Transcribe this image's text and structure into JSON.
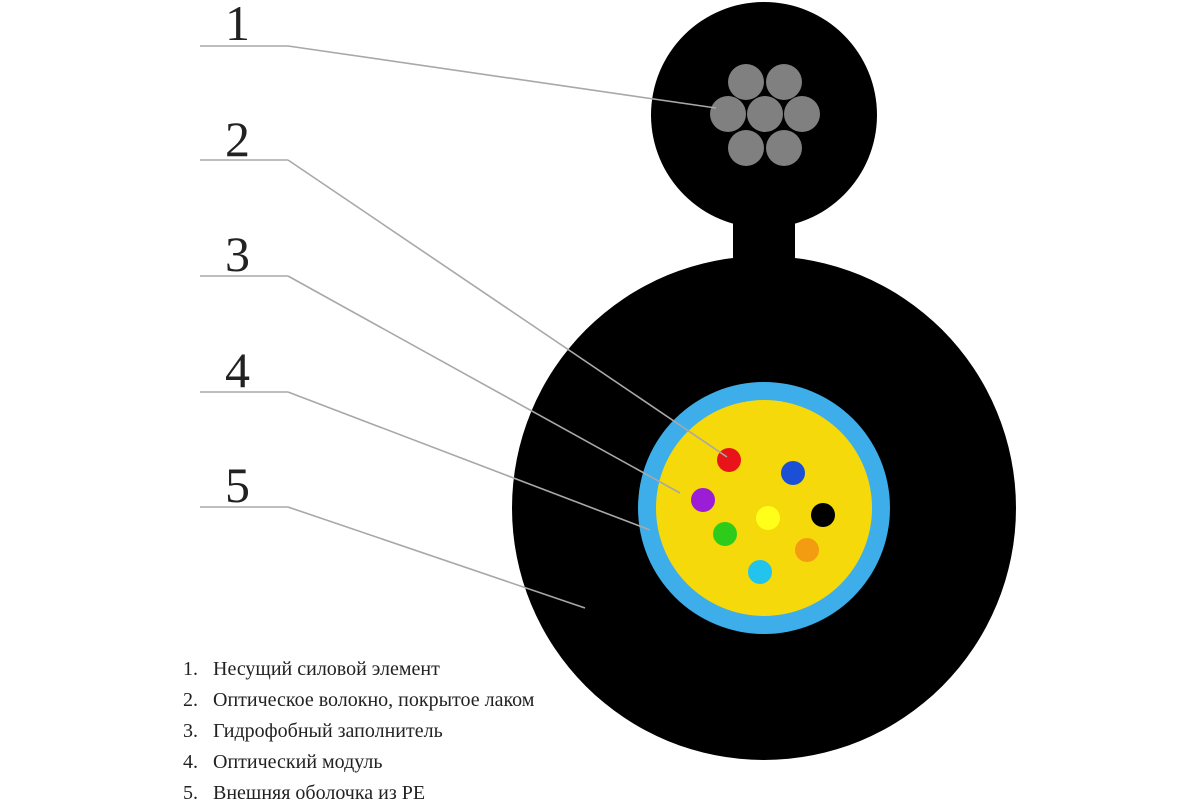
{
  "callouts": [
    {
      "number": "1"
    },
    {
      "number": "2"
    },
    {
      "number": "3"
    },
    {
      "number": "4"
    },
    {
      "number": "5"
    }
  ],
  "legend": [
    {
      "number": "1.",
      "text": "Несущий силовой элемент"
    },
    {
      "number": "2.",
      "text": "Оптическое волокно, покрытое лаком"
    },
    {
      "number": "3.",
      "text": "Гидрофобный заполнитель"
    },
    {
      "number": "4.",
      "text": "Оптический модуль"
    },
    {
      "number": "5.",
      "text": "Внешняя оболочка из PE"
    }
  ],
  "colors": {
    "sheath": "#000000",
    "strand": "#808080",
    "module_tube": "#3daee9",
    "filler": "#f5d90a",
    "leader": "#a8a8a8",
    "fibers": [
      "#e8141a",
      "#1a4fd6",
      "#9b1ed6",
      "#000000",
      "#ffff1a",
      "#2ecc1a",
      "#f39c12",
      "#22c4ee"
    ]
  }
}
